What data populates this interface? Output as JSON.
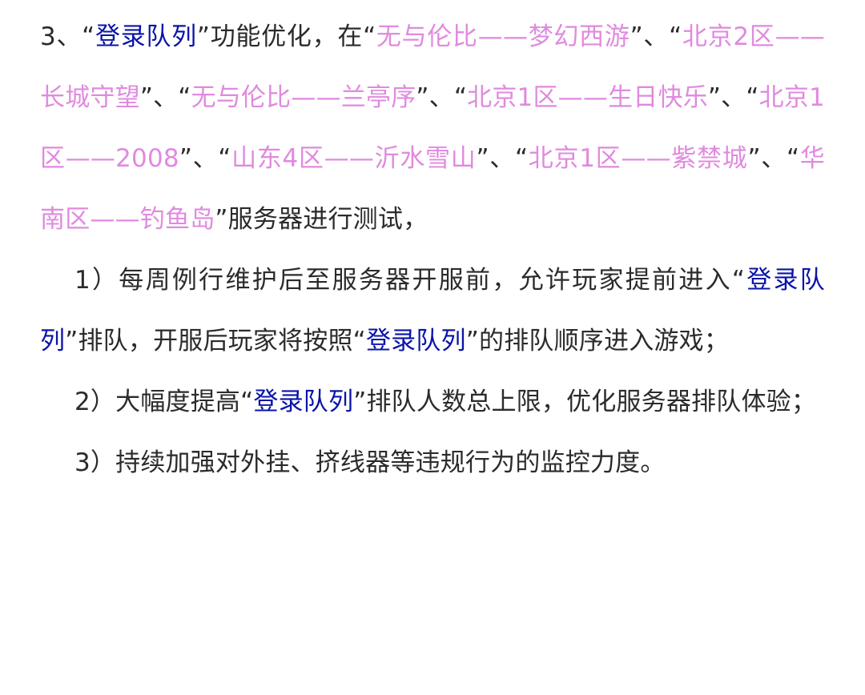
{
  "paragraphs": [
    {
      "segments": [
        {
          "text": "3、“",
          "color": "default"
        },
        {
          "text": "登录队列",
          "color": "blue"
        },
        {
          "text": "”功能优化，在“",
          "color": "default"
        },
        {
          "text": "无与伦比——梦幻西游",
          "color": "pink"
        },
        {
          "text": "”、“",
          "color": "default"
        },
        {
          "text": "北京2区——长城守望",
          "color": "pink"
        },
        {
          "text": "”、“",
          "color": "default"
        },
        {
          "text": "无与伦比——兰亭序",
          "color": "pink"
        },
        {
          "text": "”、“",
          "color": "default"
        },
        {
          "text": "北京1区——生日快乐",
          "color": "pink"
        },
        {
          "text": "”、“",
          "color": "default"
        },
        {
          "text": "北京1区——2008",
          "color": "pink"
        },
        {
          "text": "”、“",
          "color": "default"
        },
        {
          "text": "山东4区——沂水雪山",
          "color": "pink"
        },
        {
          "text": "”、“",
          "color": "default"
        },
        {
          "text": "北京1区——紫禁城",
          "color": "pink"
        },
        {
          "text": "”、“",
          "color": "default"
        },
        {
          "text": "华南区——钓鱼岛",
          "color": "pink"
        },
        {
          "text": "”服务器进行测试，",
          "color": "default"
        }
      ]
    },
    {
      "segments": [
        {
          "text": "1）每周例行维护后至服务器开服前，允许玩家提前进入“",
          "color": "default"
        },
        {
          "text": "登录队列",
          "color": "blue"
        },
        {
          "text": "”排队，开服后玩家将按照“",
          "color": "default"
        },
        {
          "text": "登录队列",
          "color": "blue"
        },
        {
          "text": "”的排队顺序进入游戏；",
          "color": "default"
        }
      ]
    },
    {
      "segments": [
        {
          "text": "2）大幅度提高“",
          "color": "default"
        },
        {
          "text": "登录队列",
          "color": "blue"
        },
        {
          "text": "”排队人数总上限，优化服务器排队体验；",
          "color": "default"
        }
      ]
    },
    {
      "segments": [
        {
          "text": "3）持续加强对外挂、挤线器等违规行为的监控力度。",
          "color": "default"
        }
      ]
    }
  ],
  "colors": {
    "default": "#2b2b2b",
    "blue": "#0a14a8",
    "pink": "#e08adf",
    "background": "#ffffff"
  }
}
